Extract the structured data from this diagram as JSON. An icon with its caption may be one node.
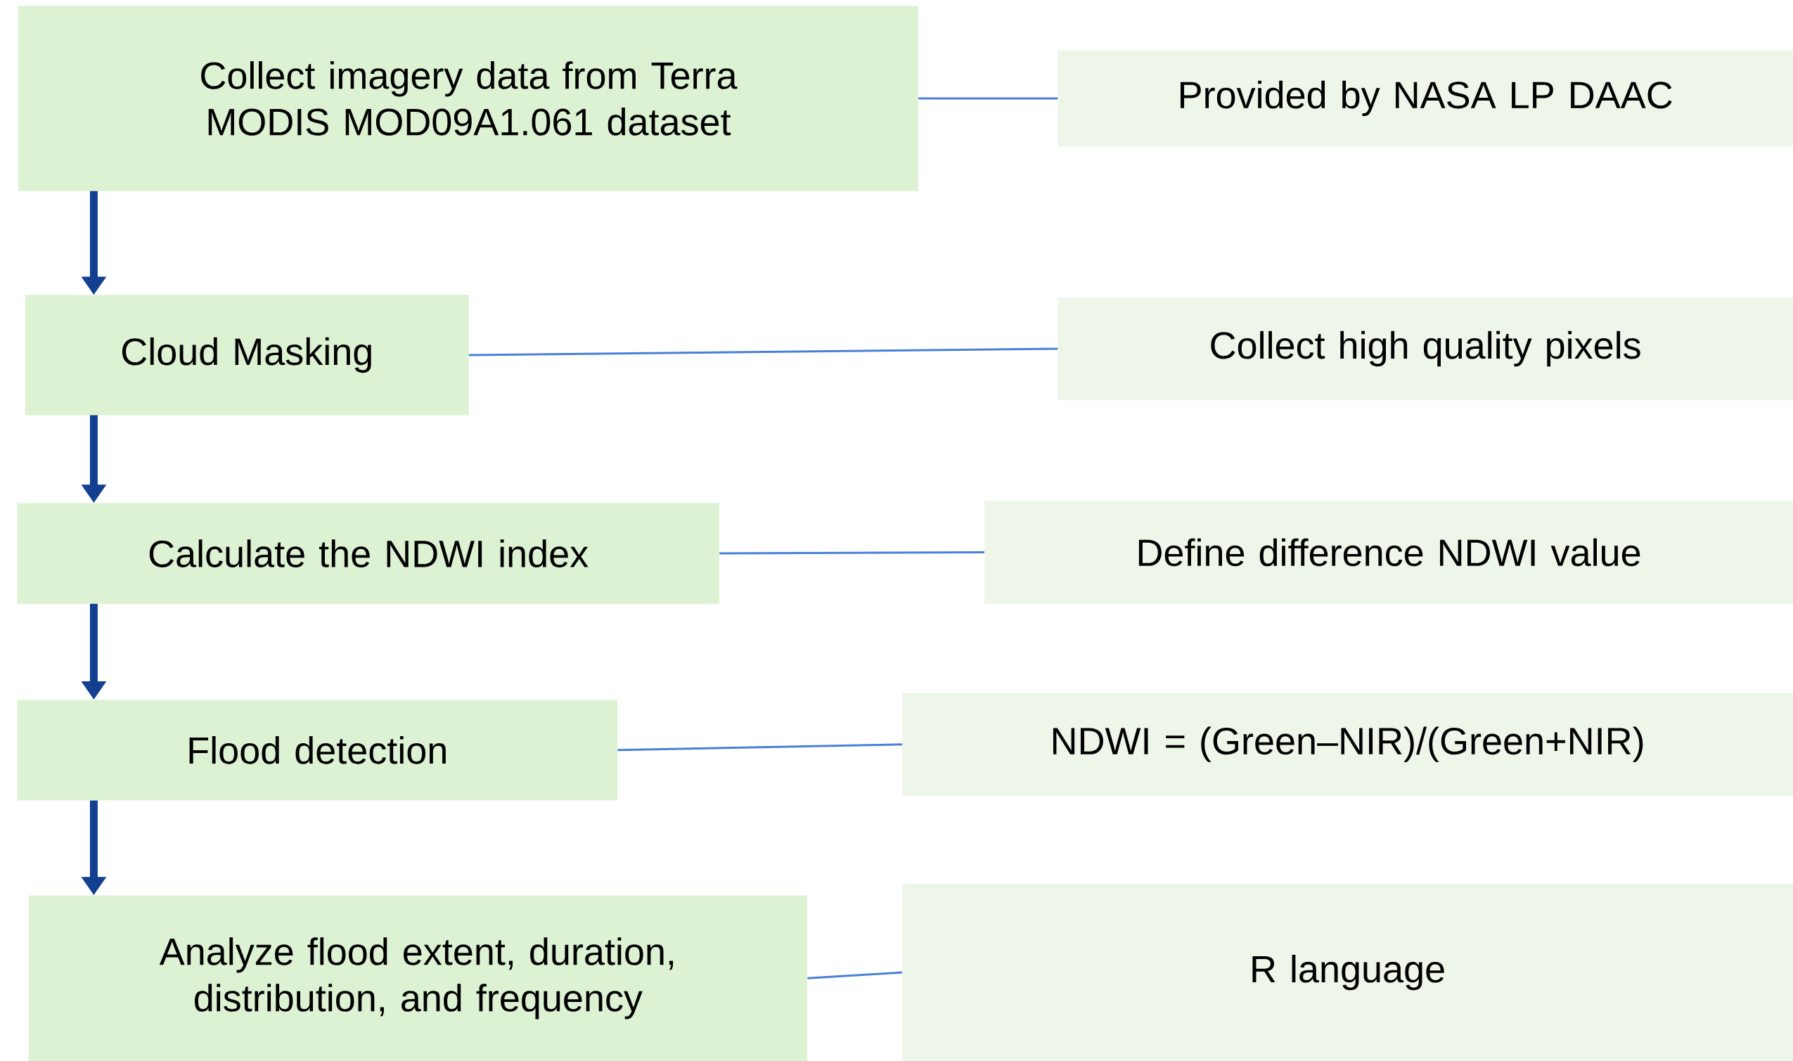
{
  "diagram": {
    "nodes": [
      {
        "text": [
          "Collect imagery data from Terra MODIS MOD09A1.061 dataset"
        ]
      },
      {
        "text": [
          "Provided by NASA LP DAAC"
        ]
      },
      {
        "text": [
          "Cloud Masking"
        ]
      },
      {
        "text": [
          "Collect high quality pixels"
        ]
      },
      {
        "text": [
          "Calculate the NDWI index"
        ]
      },
      {
        "text": [
          "Define difference NDWI value"
        ]
      },
      {
        "text": [
          "Flood detection"
        ]
      },
      {
        "text": [
          "NDWI = (Green–NIR)/(Green+NIR)"
        ]
      },
      {
        "text": [
          "Analyze flood extent, duration, distribution, and frequency"
        ]
      },
      {
        "text": [
          "R language"
        ]
      }
    ],
    "edges": [
      {
        "from": 0,
        "to": 2,
        "arrow": "to",
        "style": "thick",
        "color": "#123f8f"
      },
      {
        "from": 2,
        "to": 4,
        "arrow": "to",
        "style": "thick",
        "color": "#123f8f"
      },
      {
        "from": 4,
        "to": 6,
        "arrow": "to",
        "style": "thick",
        "color": "#123f8f"
      },
      {
        "from": 6,
        "to": 8,
        "arrow": "to",
        "style": "thick",
        "color": "#123f8f"
      },
      {
        "from": 0,
        "to": 1,
        "arrow": "none"
      },
      {
        "from": 2,
        "to": 3,
        "arrow": "none"
      },
      {
        "from": 4,
        "to": 5,
        "arrow": "none"
      },
      {
        "from": 6,
        "to": 7,
        "arrow": "none"
      },
      {
        "from": 8,
        "to": 9,
        "arrow": "none"
      }
    ]
  }
}
